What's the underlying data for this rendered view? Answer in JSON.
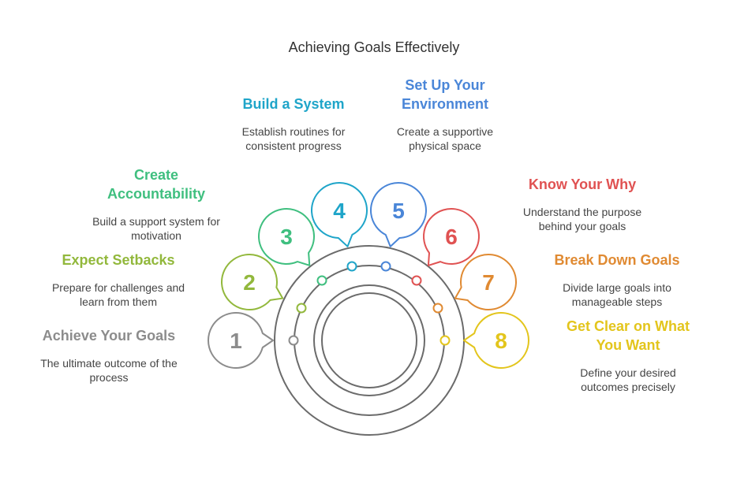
{
  "title": "Achieving Goals Effectively",
  "colors": {
    "ring": "#6b6b6b",
    "step1": "#8c8c8c",
    "step2": "#92b83c",
    "step3": "#3fbf7f",
    "step4": "#1fa5c9",
    "step5": "#4a86d8",
    "step6": "#e05252",
    "step7": "#e08a32",
    "step8": "#e3c51c"
  },
  "steps": [
    {
      "number": "1",
      "heading": "Achieve Your Goals",
      "description": "The ultimate outcome of the process"
    },
    {
      "number": "2",
      "heading": "Expect Setbacks",
      "description": "Prepare for challenges and learn from them"
    },
    {
      "number": "3",
      "heading": "Create Accountability",
      "description": "Build a support system for motivation"
    },
    {
      "number": "4",
      "heading": "Build a System",
      "description": "Establish routines for consistent progress"
    },
    {
      "number": "5",
      "heading": "Set Up Your Environment",
      "description": "Create a supportive physical space"
    },
    {
      "number": "6",
      "heading": "Know Your Why",
      "description": "Understand the purpose behind your goals"
    },
    {
      "number": "7",
      "heading": "Break Down Goals",
      "description": "Divide large goals into manageable steps"
    },
    {
      "number": "8",
      "heading": "Get Clear on What You Want",
      "description": "Define your desired outcomes precisely"
    }
  ]
}
